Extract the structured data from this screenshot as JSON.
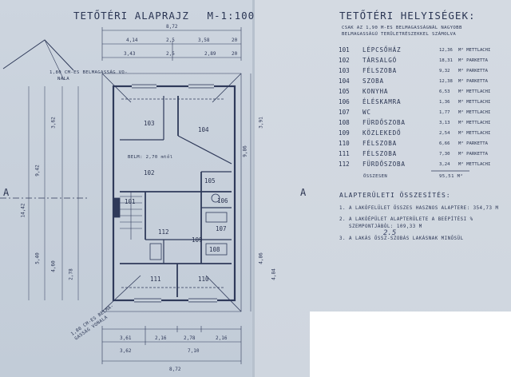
{
  "plan": {
    "title": "TETŐTÉRI ALAPRAJZ",
    "scale": "M-1:100",
    "note_top": "1,80 CM-ES BELMAGASSÁG VO-",
    "note_top2": "NALA",
    "belm_label": "BELM: 2,70 mtől",
    "note_bottom1": "1,80 CM-ES BELMA-",
    "note_bottom2": "GASSÁG VONALA",
    "section_mark": "A",
    "dims_top_total": "8,72",
    "dims_top_row2": [
      "4,14",
      "2,5",
      "3,58",
      "20"
    ],
    "dims_top_row3": [
      "3,43",
      "2,5",
      "2,89",
      "20"
    ],
    "dims_bottom_row1": [
      "3,61",
      "2,16",
      "2,78",
      "2,16"
    ],
    "dims_bottom_row2": [
      "3,62",
      "7,10"
    ],
    "dims_bottom_total": "8,72",
    "dims_left": [
      "3,62",
      "9,42",
      "14,42",
      "5,40",
      "4,60",
      "2,78"
    ],
    "dims_right": [
      "9,86",
      "3,91",
      "4,84",
      "4,86"
    ],
    "room_numbers": [
      "103",
      "104",
      "102",
      "101",
      "105",
      "106",
      "107",
      "112",
      "109",
      "108",
      "111",
      "110"
    ]
  },
  "rooms_header": {
    "title": "TETŐTÉRI HELYISÉGEK:",
    "sub1": "CSAK AZ 1,90 M-ES BELMAGASSÁGNÁL NAGYOBB",
    "sub2": "BELMAGASSÁGÚ TERÜLETRÉSZEKKEL SZÁMOLVA"
  },
  "rooms": [
    {
      "num": "101",
      "name": "LÉPCSŐHÁZ",
      "area": "12,36",
      "floor": "M² METTLACHI"
    },
    {
      "num": "102",
      "name": "TÁRSALGÓ",
      "area": "18,31",
      "floor": "M² PARKETTA"
    },
    {
      "num": "103",
      "name": "FÉLSZOBA",
      "area": "9,32",
      "floor": "M² PARKETTA"
    },
    {
      "num": "104",
      "name": "SZOBA",
      "area": "12,38",
      "floor": "M² PARKETTA"
    },
    {
      "num": "105",
      "name": "KONYHA",
      "area": "6,53",
      "floor": "M² METTLACHI"
    },
    {
      "num": "106",
      "name": "ÉLÉSKAMRA",
      "area": "1,36",
      "floor": "M² METTLACHI"
    },
    {
      "num": "107",
      "name": "WC",
      "area": "1,77",
      "floor": "M² METTLACHI"
    },
    {
      "num": "108",
      "name": "FÜRDŐSZOBA",
      "area": "3,13",
      "floor": "M² METTLACHI"
    },
    {
      "num": "109",
      "name": "KÖZLEKEDŐ",
      "area": "2,54",
      "floor": "M² METTLACHI"
    },
    {
      "num": "110",
      "name": "FÉLSZOBA",
      "area": "6,66",
      "floor": "M² PARKETTA"
    },
    {
      "num": "111",
      "name": "FÉLSZOBA",
      "area": "7,30",
      "floor": "M² PARKETTA"
    },
    {
      "num": "112",
      "name": "FÜRDŐSZOBA",
      "area": "3,24",
      "floor": "M² METTLACHI"
    }
  ],
  "total": {
    "label": "ÖSSZESEN",
    "value": "95,51 M²"
  },
  "area_section": {
    "title": "ALAPTERÜLETI ÖSSZESÍTÉS:",
    "item1": "1. A LAKÓFELÜLET ÖSSZES HASZNOS ALAPTERE: 354,73 M",
    "item2a": "2. A LAKÓÉPÜLET ALAPTERÜLETE A BEÉPÍTÉSI %",
    "item2b": "SZEMPONTJÁBÓL: 109,33 M",
    "item3": "3. A LAKÁS ÖSSZ-SZOBÁS LAKÁSNAK MINŐSÜL"
  },
  "handwriting": "2.5"
}
